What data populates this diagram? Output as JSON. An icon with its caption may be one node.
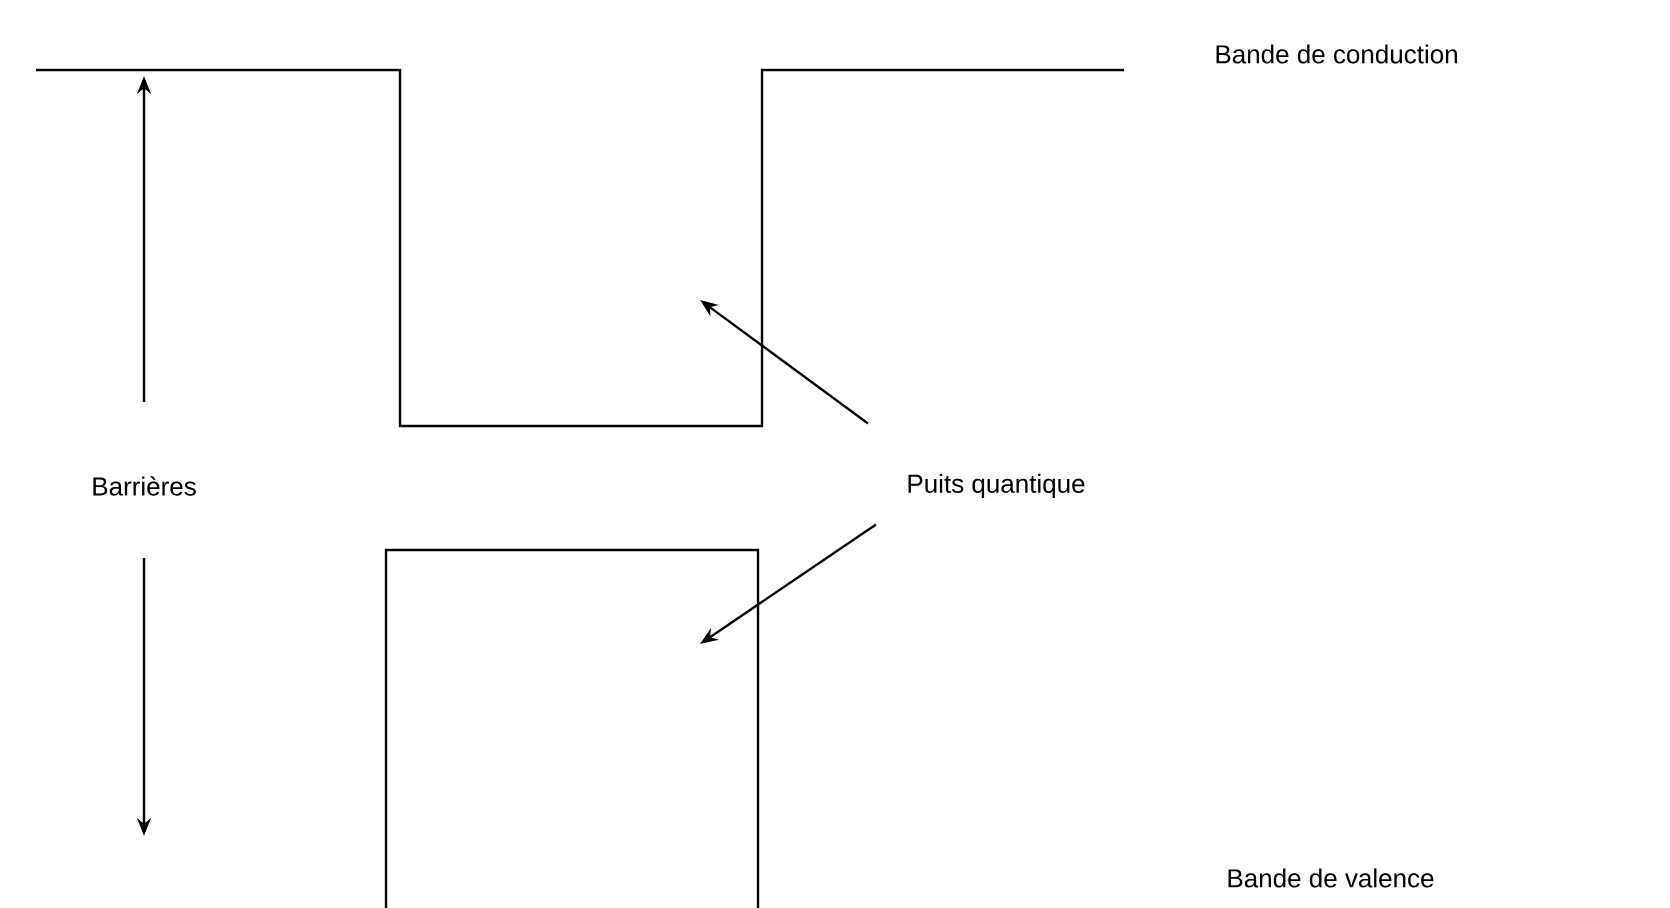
{
  "diagram": {
    "nodes": [
      {
        "text": [
          "Barrières"
        ]
      },
      {
        "text": [
          "Puits quantique"
        ]
      }
    ],
    "edges": [
      {
        "from": 0,
        "to": null,
        "arrow": "to"
      },
      {
        "from": 0,
        "to": null,
        "arrow": "to"
      },
      {
        "from": 1,
        "to": null,
        "arrow": "to"
      },
      {
        "from": 1,
        "to": null,
        "arrow": "to"
      }
    ],
    "labels": [
      "Bande de conduction",
      "Bande de valence"
    ]
  }
}
